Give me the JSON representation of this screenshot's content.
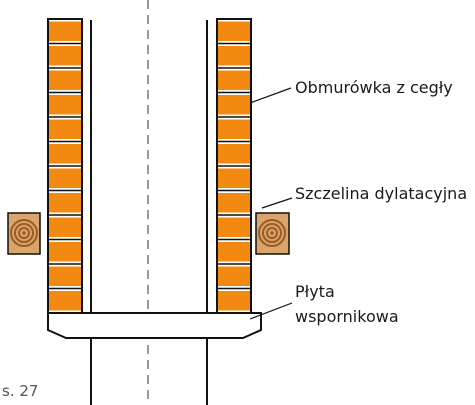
{
  "labels": {
    "brick_lining": "Obmurówka z cegły",
    "expansion_gap": "Szczelina dylatacyjna",
    "support_plate_line1": "Płyta",
    "support_plate_line2": "wspornikowa"
  },
  "figure_number": "s. 27",
  "colors": {
    "brick": "#f28a12",
    "mortar": "#ffffff",
    "outline": "#111111",
    "timber_light": "#d9a56a",
    "timber_dark": "#9b5a25"
  }
}
